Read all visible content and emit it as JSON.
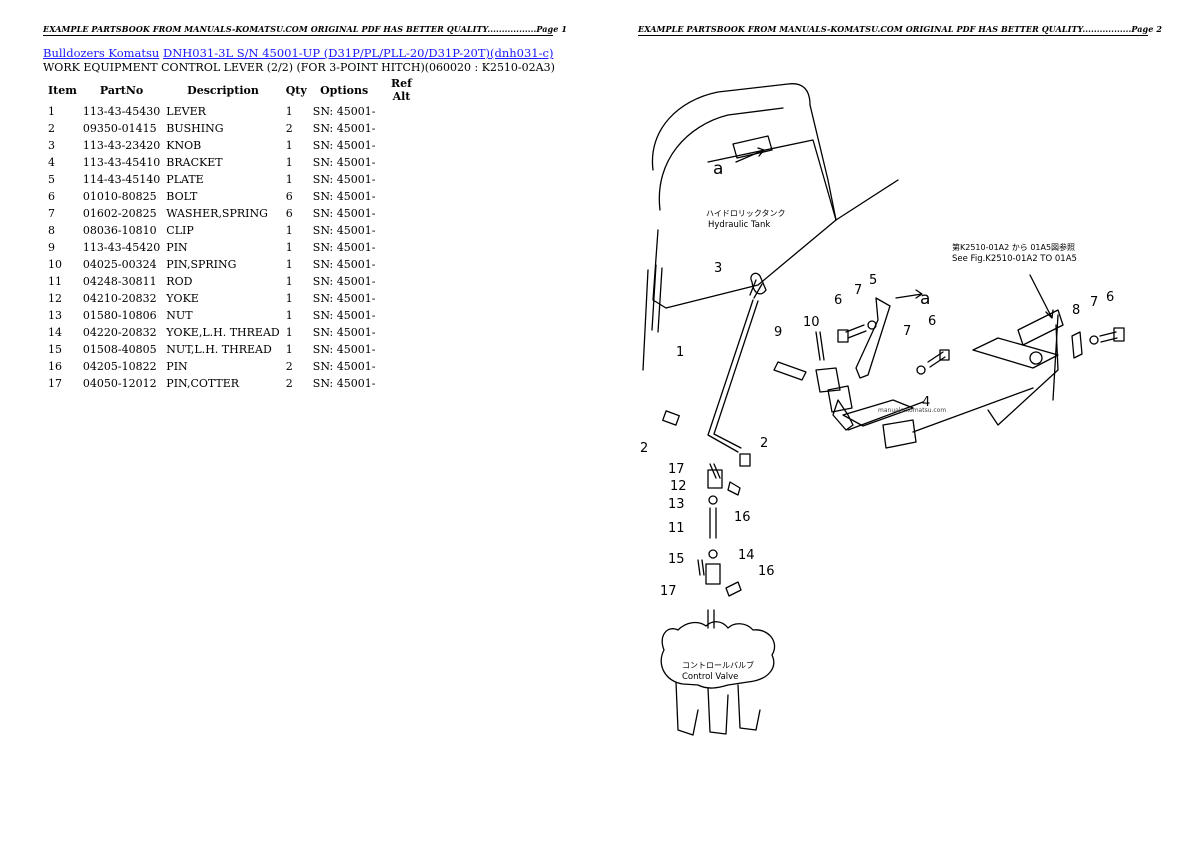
{
  "headers": {
    "page1": "EXAMPLE PARTSBOOK FROM MANUALS-KOMATSU.COM ORIGINAL PDF HAS BETTER QUALITY.................Page 1",
    "page2": "EXAMPLE PARTSBOOK FROM MANUALS-KOMATSU.COM ORIGINAL PDF HAS BETTER QUALITY.................Page 2"
  },
  "breadcrumb": {
    "link1": "Bulldozers Komatsu",
    "link2": "DNH031-3L S/N 45001-UP (D31P/PL/PLL-20/D31P-20T)(dnh031-c)"
  },
  "subtitle": "WORK EQUIPMENT CONTROL LEVER (2/2) (FOR 3-POINT HITCH)(060020 : K2510-02A3)",
  "table": {
    "columns": [
      "Item",
      "PartNo",
      "Description",
      "Qty",
      "Options",
      "Ref Alt"
    ],
    "rows": [
      [
        "1",
        "113-43-45430",
        "LEVER",
        "1",
        "SN: 45001-",
        ""
      ],
      [
        "2",
        "09350-01415",
        "BUSHING",
        "2",
        "SN: 45001-",
        ""
      ],
      [
        "3",
        "113-43-23420",
        "KNOB",
        "1",
        "SN: 45001-",
        ""
      ],
      [
        "4",
        "113-43-45410",
        "BRACKET",
        "1",
        "SN: 45001-",
        ""
      ],
      [
        "5",
        "114-43-45140",
        "PLATE",
        "1",
        "SN: 45001-",
        ""
      ],
      [
        "6",
        "01010-80825",
        "BOLT",
        "6",
        "SN: 45001-",
        ""
      ],
      [
        "7",
        "01602-20825",
        "WASHER,SPRING",
        "6",
        "SN: 45001-",
        ""
      ],
      [
        "8",
        "08036-10810",
        "CLIP",
        "1",
        "SN: 45001-",
        ""
      ],
      [
        "9",
        "113-43-45420",
        "PIN",
        "1",
        "SN: 45001-",
        ""
      ],
      [
        "10",
        "04025-00324",
        "PIN,SPRING",
        "1",
        "SN: 45001-",
        ""
      ],
      [
        "11",
        "04248-30811",
        "ROD",
        "1",
        "SN: 45001-",
        ""
      ],
      [
        "12",
        "04210-20832",
        "YOKE",
        "1",
        "SN: 45001-",
        ""
      ],
      [
        "13",
        "01580-10806",
        "NUT",
        "1",
        "SN: 45001-",
        ""
      ],
      [
        "14",
        "04220-20832",
        "YOKE,L.H. THREAD",
        "1",
        "SN: 45001-",
        ""
      ],
      [
        "15",
        "01508-40805",
        "NUT,L.H. THREAD",
        "1",
        "SN: 45001-",
        ""
      ],
      [
        "16",
        "04205-10822",
        "PIN",
        "2",
        "SN: 45001-",
        ""
      ],
      [
        "17",
        "04050-12012",
        "PIN,COTTER",
        "2",
        "SN: 45001-",
        ""
      ]
    ]
  },
  "diagram": {
    "callout_a": "a",
    "tank_jp": "ハイドロリックタンク",
    "tank_en": "Hydraulic  Tank",
    "see_jp": "第K2510-01A2  から  01A5図参照",
    "see_en": "See Fig.K2510-01A2  TO  01A5",
    "valve_jp": "コントロールバルブ",
    "valve_en": "Control  Valve",
    "watermark": "manuals-komatsu.com",
    "labels": [
      "1",
      "2",
      "2",
      "3",
      "4",
      "5",
      "6",
      "6",
      "6",
      "7",
      "7",
      "7",
      "8",
      "9",
      "10",
      "11",
      "12",
      "13",
      "14",
      "15",
      "16",
      "16",
      "17",
      "17"
    ]
  }
}
